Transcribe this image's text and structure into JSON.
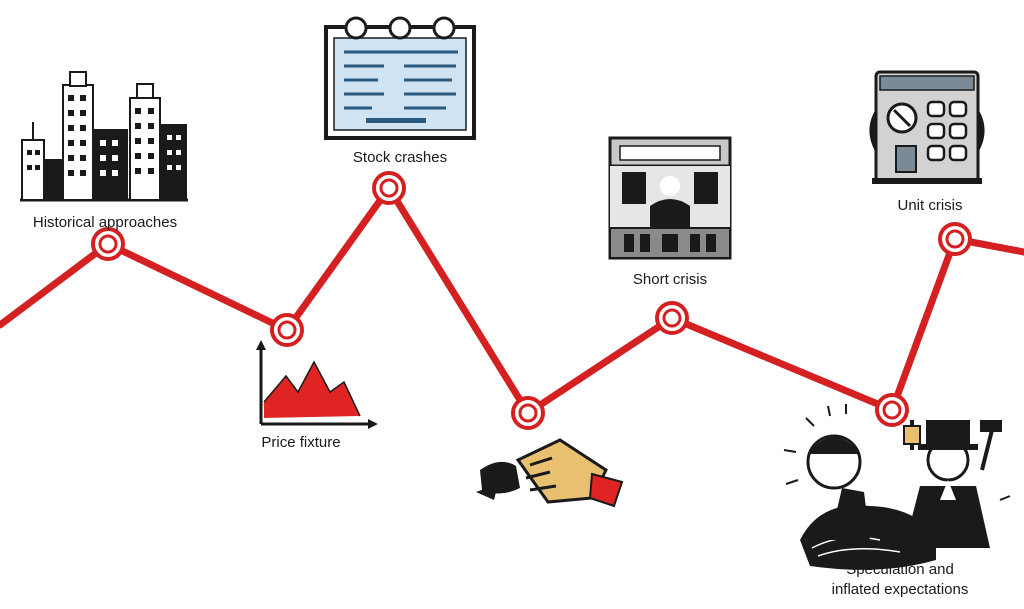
{
  "colors": {
    "line": "#d42020",
    "ink": "#1a1a1a",
    "paper": "#ffffff",
    "panel_blue": "#cfe3f2",
    "building_gray": "#8a8a8a"
  },
  "labels": {
    "historical_approaches": "Historical approaches",
    "stock_crashes": "Stock crashes",
    "short_crisis": "Short crisis",
    "unit_crisis": "Unit crisis",
    "price_fixture": "Price fixture",
    "speculation_1": "Speculation and",
    "speculation_2": "inflated expectations"
  },
  "icons": {
    "city": "city-skyline-icon",
    "calendar": "calendar-report-icon",
    "bank": "bank-building-icon",
    "machine": "trading-machine-icon",
    "chart": "falling-chart-icon",
    "hand": "hand-lighter-icon",
    "crowd": "crowd-speculators-icon"
  }
}
